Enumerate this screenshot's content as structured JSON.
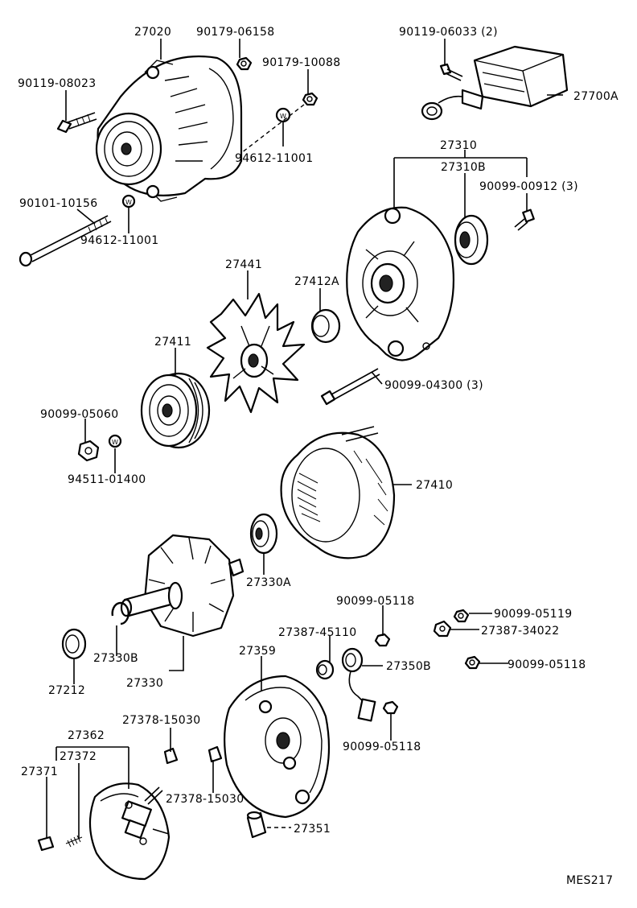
{
  "diagram_code": "MES217",
  "labels": {
    "p27020": "27020",
    "p90179_06158": "90179-06158",
    "p90179_10088": "90179-10088",
    "p90119_08023": "90119-08023",
    "p94612_11001_a": "94612-11001",
    "p90101_10156": "90101-10156",
    "p94612_11001_b": "94612-11001",
    "p90119_06033": "90119-06033 (2)",
    "p27700A": "27700A",
    "p27310": "27310",
    "p27310B": "27310B",
    "p90099_00912": "90099-00912 (3)",
    "p27441": "27441",
    "p27412A": "27412A",
    "p27411": "27411",
    "p90099_04300": "90099-04300 (3)",
    "p90099_05060": "90099-05060",
    "p94511_01400": "94511-01400",
    "p27410": "27410",
    "p27330A": "27330A",
    "p90099_05118_a": "90099-05118",
    "p90099_05119": "90099-05119",
    "p27387_34022": "27387-34022",
    "p27387_45110": "27387-45110",
    "p27359": "27359",
    "p27350B": "27350B",
    "p90099_05118_b": "90099-05118",
    "p27330B": "27330B",
    "p27330": "27330",
    "p27212": "27212",
    "p27378_15030_a": "27378-15030",
    "p27362": "27362",
    "p27372": "27372",
    "p27371": "27371",
    "p90099_05118_c": "90099-05118",
    "p27378_15030_b": "27378-15030",
    "p27351": "27351"
  }
}
